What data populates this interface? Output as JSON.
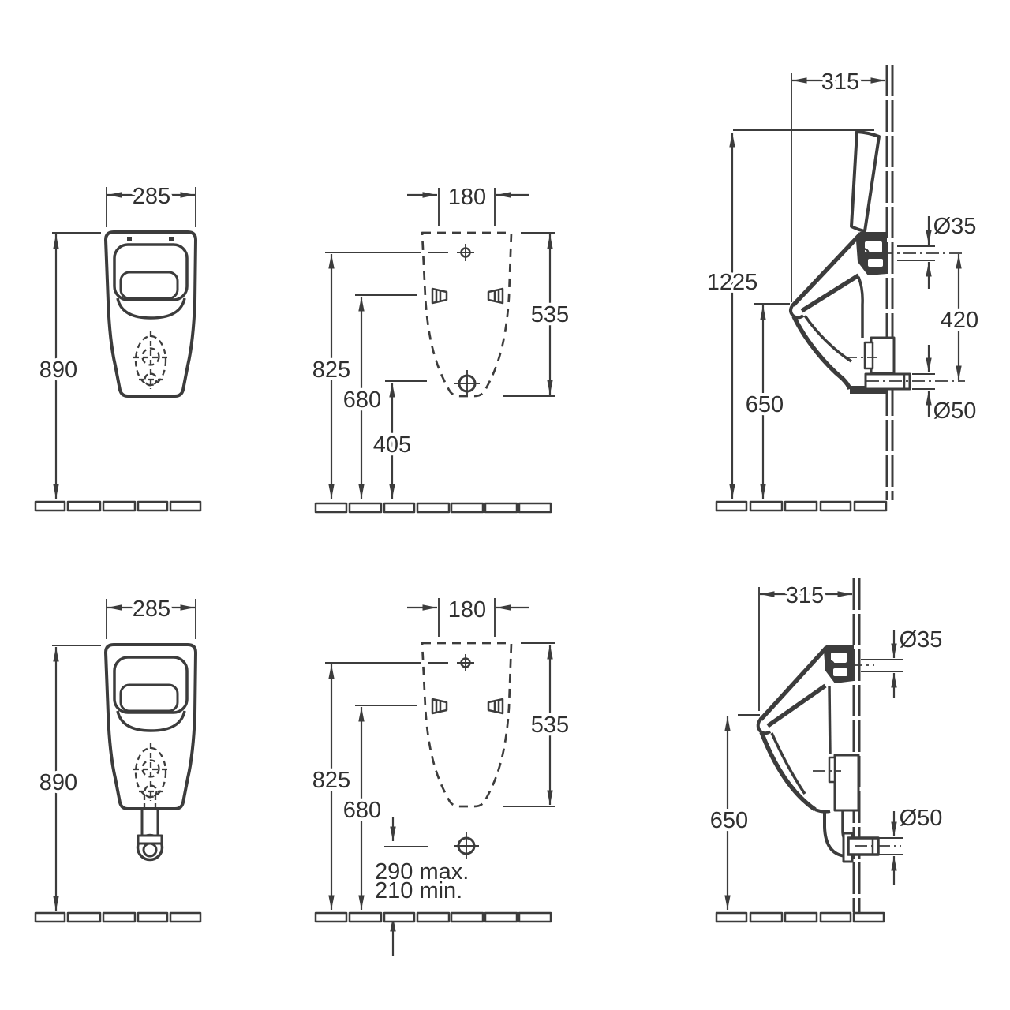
{
  "theme": {
    "line_color": "#3c3c3c",
    "text_color": "#303030",
    "background": "#ffffff"
  },
  "drawing": {
    "front_top": {
      "width": "285",
      "height": "890"
    },
    "mount_top": {
      "hole_spacing": "180",
      "inlet_height": "825",
      "fixing_height": "680",
      "outlet_height": "405",
      "fixing_span": "535"
    },
    "side_top": {
      "depth": "315",
      "overall_height": "1225",
      "inlet_diameter": "Ø35",
      "inlet_to_outlet": "420",
      "rim_height": "650",
      "outlet_diameter": "Ø50"
    },
    "front_bottom": {
      "width": "285",
      "height": "890"
    },
    "mount_bottom": {
      "hole_spacing": "180",
      "inlet_height": "825",
      "fixing_height": "680",
      "fixing_span": "535",
      "outlet_max": "290 max.",
      "outlet_min": "210 min."
    },
    "side_bottom": {
      "depth": "315",
      "inlet_diameter": "Ø35",
      "rim_height": "650",
      "outlet_diameter": "Ø50"
    }
  }
}
